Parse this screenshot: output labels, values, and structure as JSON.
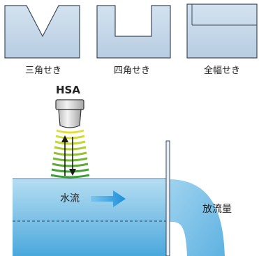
{
  "weirs": {
    "triangular_label": "三角せき",
    "rectangular_label": "四角せき",
    "full_width_label": "全幅せき"
  },
  "sensor": {
    "label": "HSA"
  },
  "channel": {
    "flow_label": "水流",
    "discharge_label": "放流量"
  },
  "colors": {
    "plate": "#c3d6e8",
    "plate_edge": "#3c4a5c",
    "water_top": "#a9d8ee",
    "water_bottom": "#4aa8dd",
    "arrow": "#1c8fd9",
    "sensor_body": "#d8d8d8",
    "wave_yellow": "#e0dd3c",
    "wave_green": "#3ea33a"
  }
}
